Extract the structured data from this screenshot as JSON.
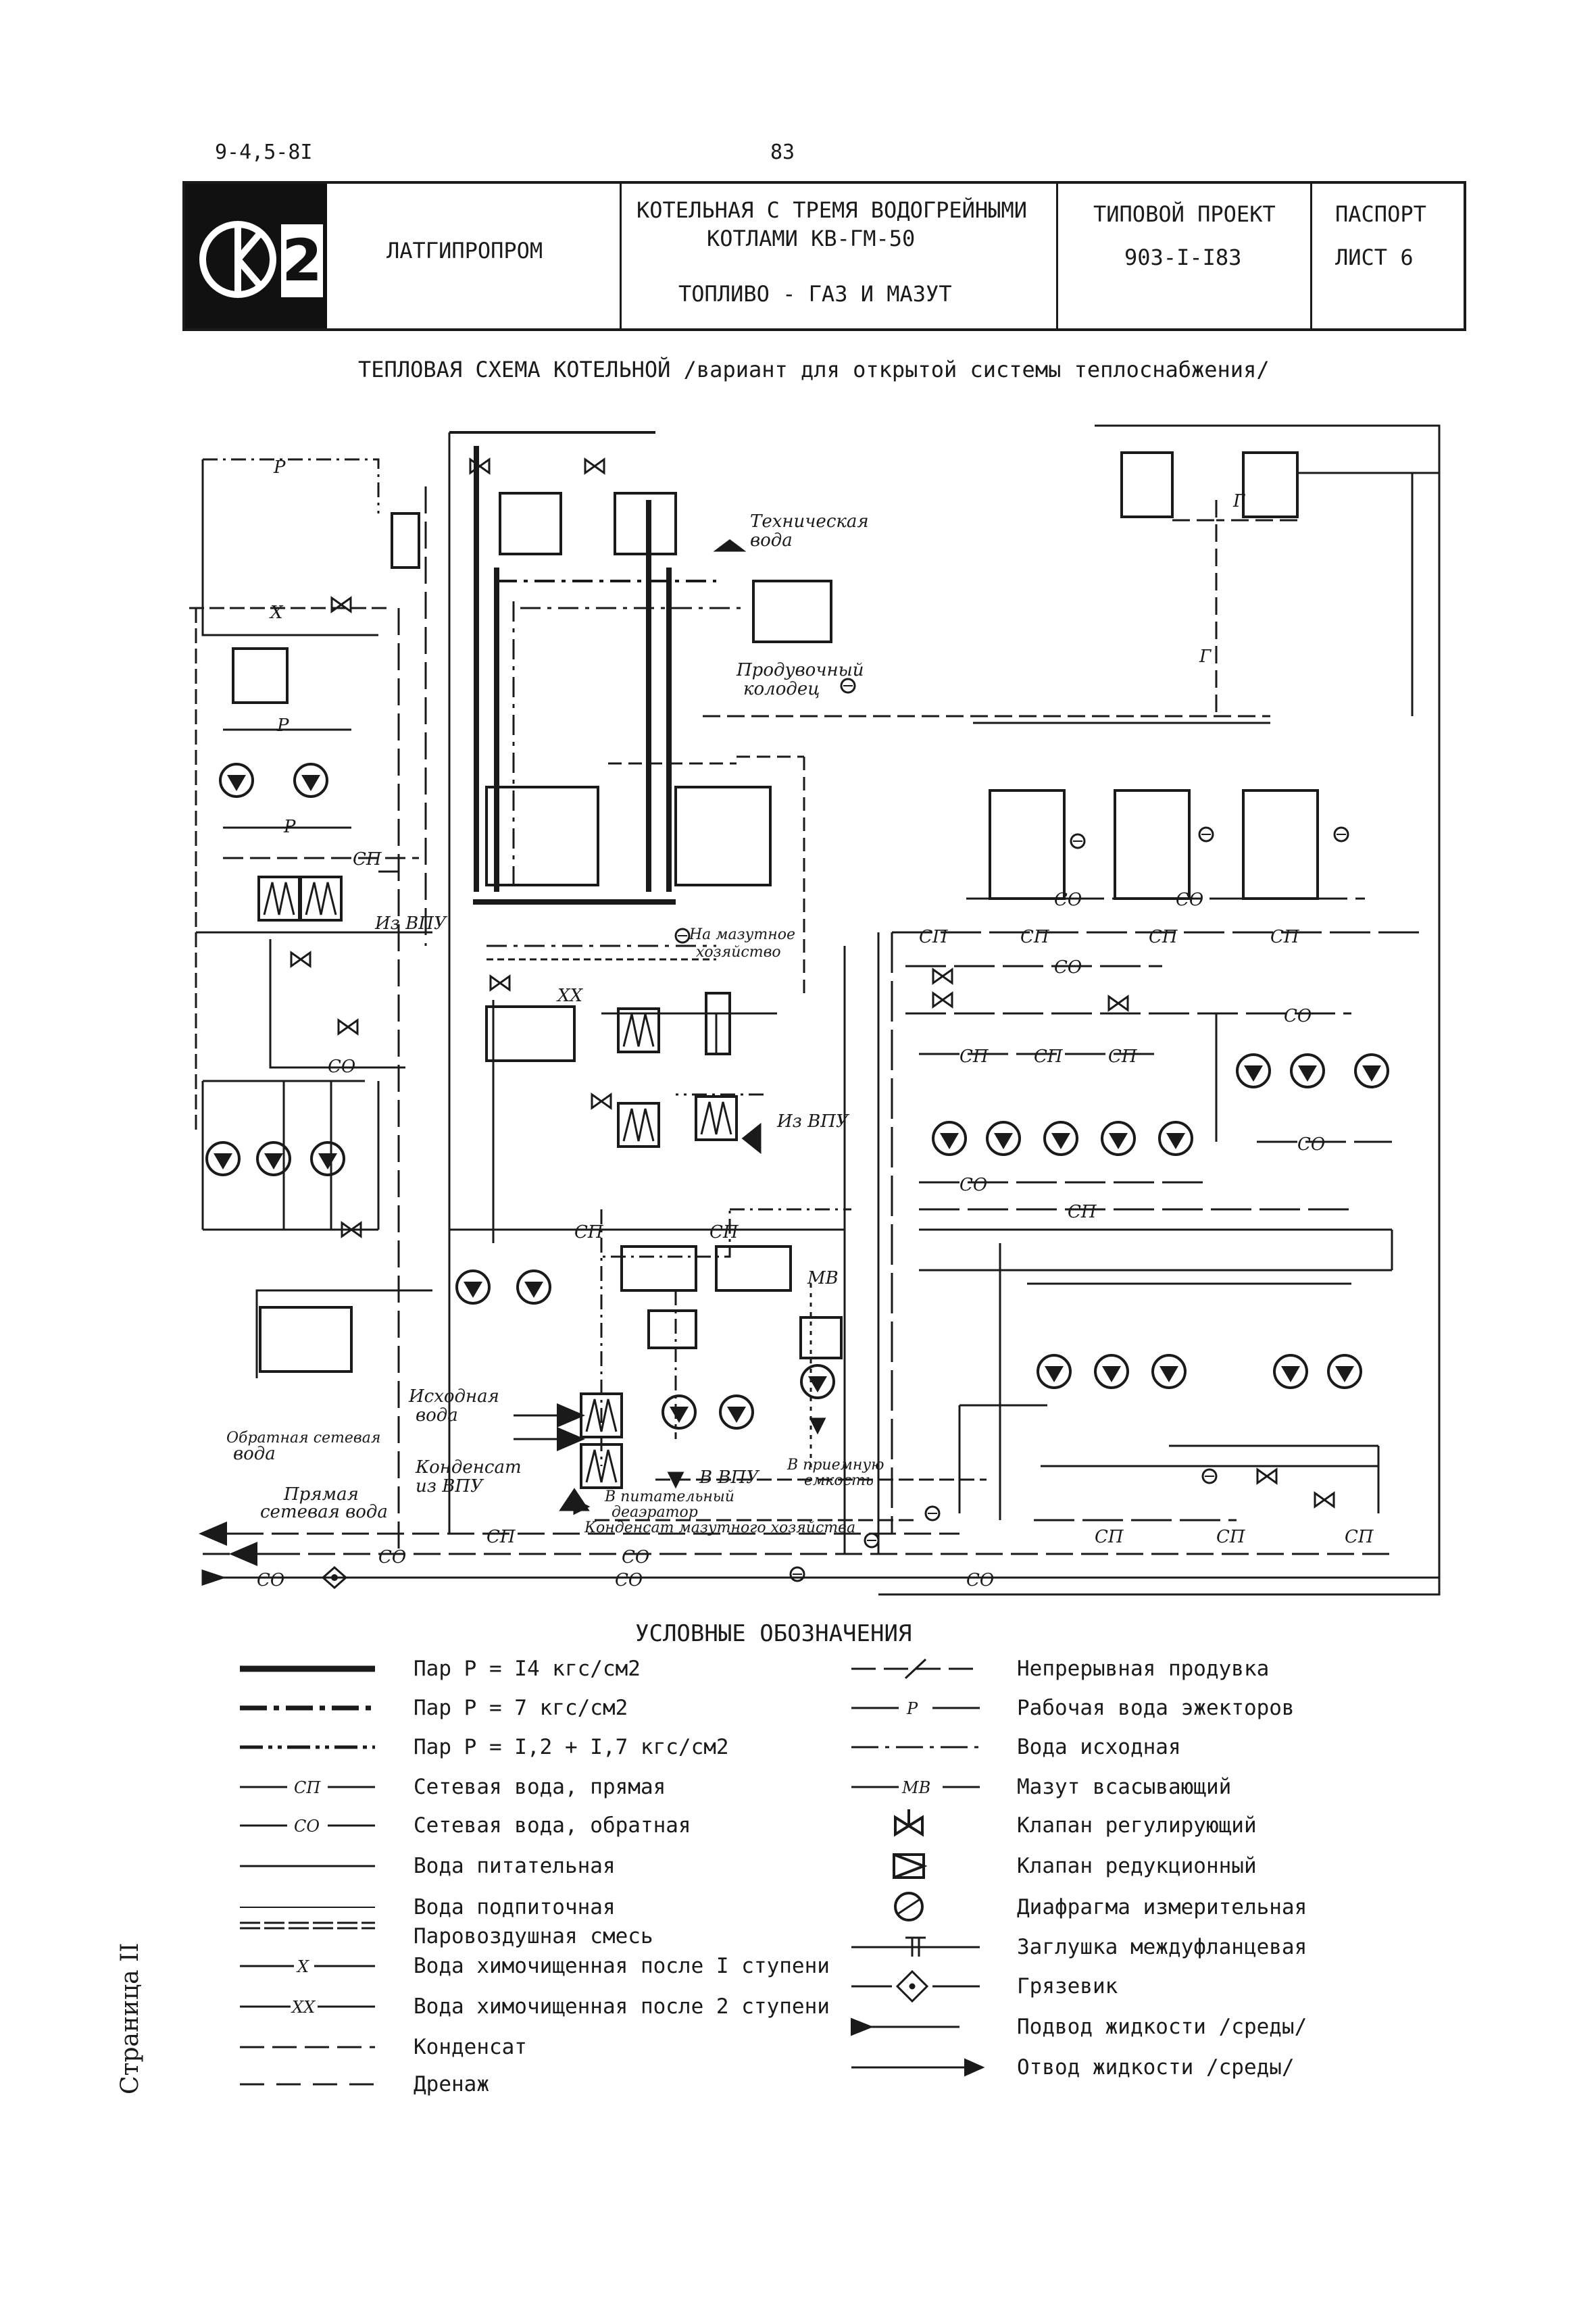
{
  "header": {
    "doc_code": "9-4,5-8I",
    "page_number": "83"
  },
  "title_block": {
    "logo_number": "2",
    "organization": "ЛАТГИПРОПРОМ",
    "project_line1": "КОТЕЛЬНАЯ С ТРЕМЯ ВОДОГРЕЙНЫМИ",
    "project_line2": "КОТЛАМИ КВ-ГМ-50",
    "project_line3": "ТОПЛИВО - ГАЗ И МАЗУТ",
    "type_line1": "ТИПОВОЙ ПРОЕКТ",
    "type_line2": "903-I-I83",
    "passport_line1": "ПАСПОРТ",
    "passport_line2": "ЛИСТ 6"
  },
  "schema_title": "ТЕПЛОВАЯ СХЕМА КОТЕЛЬНОЙ /вариант для открытой системы теплоснабжения/",
  "diagram_labels": {
    "tech_water_1": "Техническая",
    "tech_water_2": "вода",
    "purge_well_1": "Продувочный",
    "purge_well_2": "колодец",
    "fuel_oil_1": "На мазутное",
    "fuel_oil_2": "хозяйство",
    "from_vpu_1": "Из ВПУ",
    "from_vpu_2": "Из ВПУ",
    "source_water_1": "Исходная",
    "source_water_2": "вода",
    "return_net_1": "Обратная сетевая",
    "return_net_2": "вода",
    "condensate_1": "Конденсат",
    "condensate_2": "из ВПУ",
    "direct_net_1": "Прямая",
    "direct_net_2": "сетевая вода",
    "to_vpu": "В ВПУ",
    "to_tank_1": "В приемную",
    "to_tank_2": "емкость",
    "to_deaerator_1": "В питательный",
    "to_deaerator_2": "деаэратор",
    "cond_oil": "Конденсат мазутного хозяйства"
  },
  "line_marks": {
    "sp": "СП",
    "so": "СО",
    "r": "Р",
    "g": "Г",
    "x": "X",
    "xx": "XX",
    "mv": "МВ"
  },
  "legend": {
    "title": "УСЛОВНЫЕ ОБОЗНАЧЕНИЯ",
    "left": [
      {
        "label": "Пар Р = I4 кгс/см2",
        "style": "thick"
      },
      {
        "label": "Пар Р = 7 кгс/см2",
        "style": "dashdot-thick"
      },
      {
        "label": "Пар Р = I,2 + I,7 кгс/см2",
        "style": "dashdotdot"
      },
      {
        "label": "Сетевая вода, прямая",
        "style": "sp",
        "mark": "СП"
      },
      {
        "label": "Сетевая вода, обратная",
        "style": "so",
        "mark": "СО"
      },
      {
        "label": "Вода питательная",
        "style": "solid"
      },
      {
        "label": "Вода подпиточная",
        "style": "solid-thin"
      },
      {
        "label": "Паровоздушная смесь",
        "style": "double-dash"
      },
      {
        "label": "Вода химочищенная после I ступени",
        "style": "x",
        "mark": "X"
      },
      {
        "label": "Вода химочищенная после 2 ступени",
        "style": "xx",
        "mark": "XX"
      },
      {
        "label": "Конденсат",
        "style": "dashed"
      },
      {
        "label": "Дренаж",
        "style": "drain"
      }
    ],
    "right": [
      {
        "label": "Непрерывная продувка",
        "style": "slash"
      },
      {
        "label": "Рабочая вода эжекторов",
        "style": "r",
        "mark": "Р"
      },
      {
        "label": "Вода исходная",
        "style": "dashdot-thin"
      },
      {
        "label": "Мазут всасывающий",
        "style": "mv",
        "mark": "МВ"
      },
      {
        "label": "Клапан регулирующий",
        "style": "valve-reg"
      },
      {
        "label": "Клапан редукционный",
        "style": "valve-red"
      },
      {
        "label": "Диафрагма измерительная",
        "style": "diaphragm"
      },
      {
        "label": "Заглушка междуфланцевая",
        "style": "plug"
      },
      {
        "label": "Грязевик",
        "style": "mud"
      },
      {
        "label": "Подвод жидкости /среды/",
        "style": "supply"
      },
      {
        "label": "Отвод жидкости /среды/",
        "style": "drain-out"
      }
    ]
  },
  "side_text": "Страница II"
}
